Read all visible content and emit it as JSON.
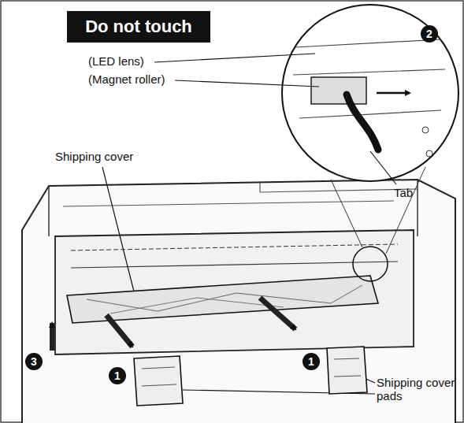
{
  "diagram": {
    "nodes": [
      {
        "text": [
          "Do not touch"
        ]
      }
    ],
    "labels": [
      "(LED lens)",
      "(Magnet roller)",
      "Shipping cover",
      "Tab",
      "2",
      "3",
      "1",
      "1",
      "Shipping cover pads"
    ]
  }
}
